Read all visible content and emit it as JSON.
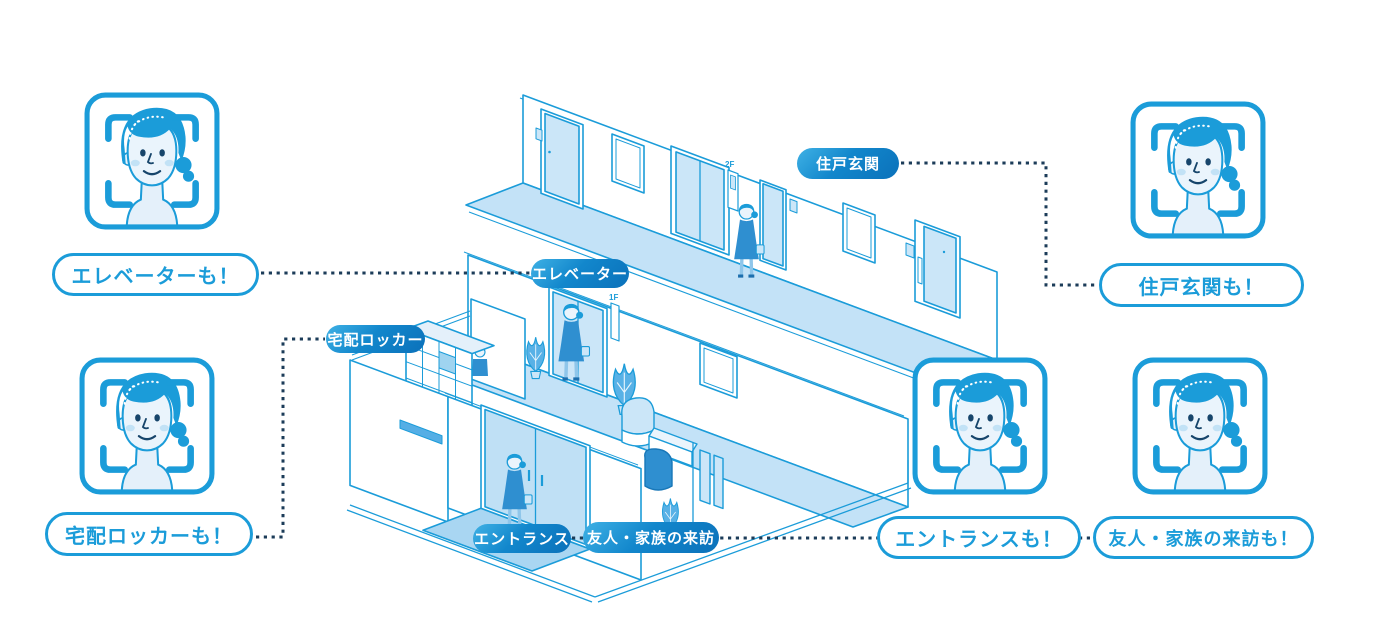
{
  "palette": {
    "primary_blue": "#1B9CD9",
    "dotted_line": "#1C3C59",
    "pill_gradient_start": "#3FB1E5",
    "pill_gradient_end": "#0B71BA",
    "light_fill": "#CBE6F8",
    "floor_fill": "#C3E2F7",
    "skin_fill": "#EAF4FC",
    "figure_blue": "#2F8FD0"
  },
  "illustration": {
    "signs": {
      "floor2": "2F",
      "floor1": "1F"
    },
    "labels": [
      {
        "id": "unit-entrance",
        "text": "住戸玄関"
      },
      {
        "id": "elevator",
        "text": "エレベーター"
      },
      {
        "id": "delivery-locker",
        "text": "宅配ロッカー"
      },
      {
        "id": "entrance",
        "text": "エントランス"
      },
      {
        "id": "family-visit",
        "text": "友人・家族の来訪"
      }
    ]
  },
  "callouts": [
    {
      "id": "elevator",
      "text": "エレベーターも！"
    },
    {
      "id": "delivery-locker",
      "text": "宅配ロッカーも！"
    },
    {
      "id": "unit-entrance",
      "text": "住戸玄関も！"
    },
    {
      "id": "entrance",
      "text": "エントランスも！"
    },
    {
      "id": "family-visit",
      "text": "友人・家族の来訪も！"
    }
  ],
  "icons": [
    {
      "name": "face-scan-icon",
      "at": "elevator"
    },
    {
      "name": "face-scan-icon",
      "at": "delivery-locker"
    },
    {
      "name": "face-scan-icon",
      "at": "unit-entrance"
    },
    {
      "name": "face-scan-icon",
      "at": "entrance"
    },
    {
      "name": "face-scan-icon",
      "at": "family-visit"
    }
  ]
}
